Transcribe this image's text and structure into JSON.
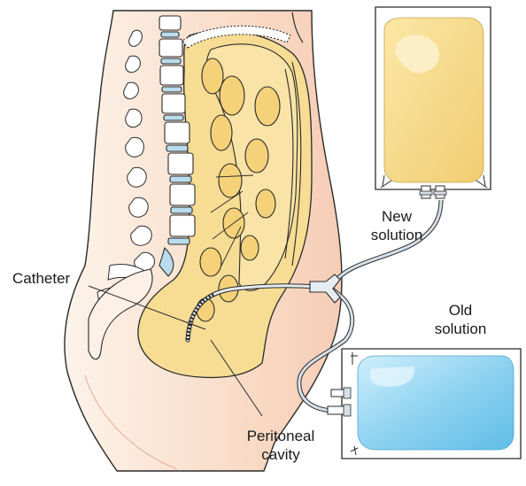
{
  "labels": {
    "new_solution": [
      "New",
      "solution"
    ],
    "old_solution": [
      "Old",
      "solution"
    ],
    "catheter": "Catheter",
    "peritoneal_cavity": [
      "Peritoneal",
      "cavity"
    ]
  },
  "colors": {
    "skin": "#f9dcc8",
    "skin_light": "#fdf0e6",
    "cavity": "#f7dc93",
    "organ_fill": "#f5d27a",
    "spine": "#ffffff",
    "disc": "#b9dcec",
    "new_solution_fluid": "#f4d683",
    "old_solution_fluid": "#8fd3f1",
    "tubing": "#b8c6d2",
    "outline": "#2a2a2a"
  },
  "icons": {
    "new_bag": "iv-bag-icon",
    "old_bag": "drainage-bag-icon"
  }
}
